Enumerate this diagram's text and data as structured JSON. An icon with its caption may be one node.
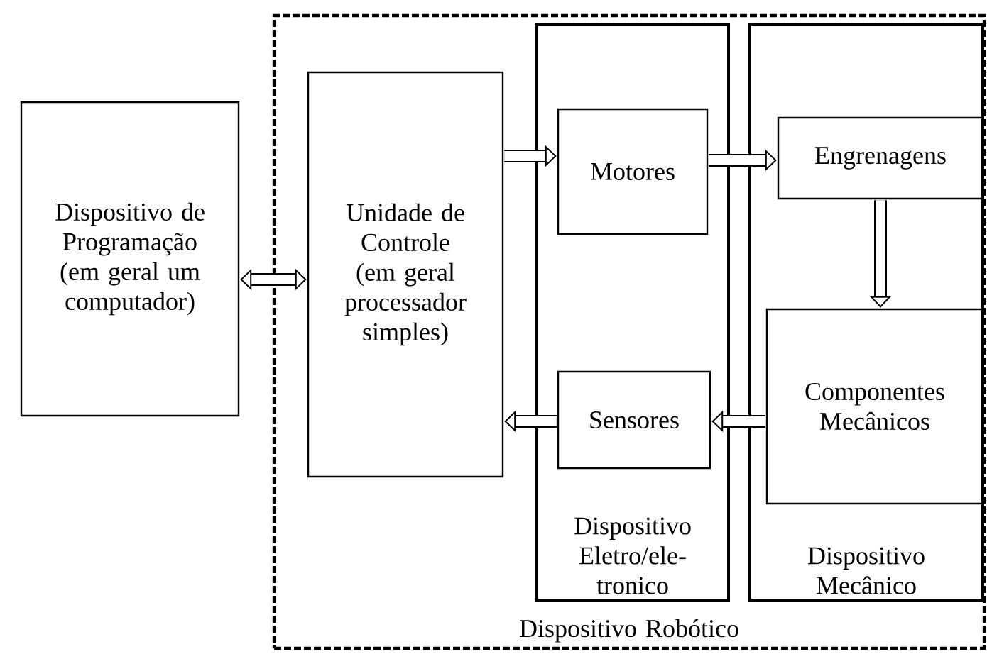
{
  "diagram": {
    "nodes": [
      {
        "text": [
          "Dispositivo de Programação (em geral um computador)"
        ]
      },
      {
        "text": [
          "Dispositivo Robótico"
        ]
      },
      {
        "text": [
          "Unidade de Controle (em geral processador simples)"
        ],
        "in": 1
      },
      {
        "text": [
          "Dispositivo Eletro/ele-tronico"
        ],
        "in": 1
      },
      {
        "text": [
          "Motores"
        ],
        "in": 3
      },
      {
        "text": [
          "Sensores"
        ],
        "in": 3
      },
      {
        "text": [
          "Dispositivo Mecânico"
        ],
        "in": 1
      },
      {
        "text": [
          "Engrenagens"
        ],
        "in": 6
      },
      {
        "text": [
          "Componentes Mecânicos"
        ],
        "in": 6
      }
    ],
    "edges": [
      {
        "from": 0,
        "to": 2,
        "arrow": "both"
      },
      {
        "from": 2,
        "to": 4,
        "arrow": "to"
      },
      {
        "from": 4,
        "to": 7,
        "arrow": "to"
      },
      {
        "from": 7,
        "to": 8,
        "arrow": "to"
      },
      {
        "from": 8,
        "to": 5,
        "arrow": "to"
      },
      {
        "from": 5,
        "to": 2,
        "arrow": "to"
      }
    ]
  }
}
